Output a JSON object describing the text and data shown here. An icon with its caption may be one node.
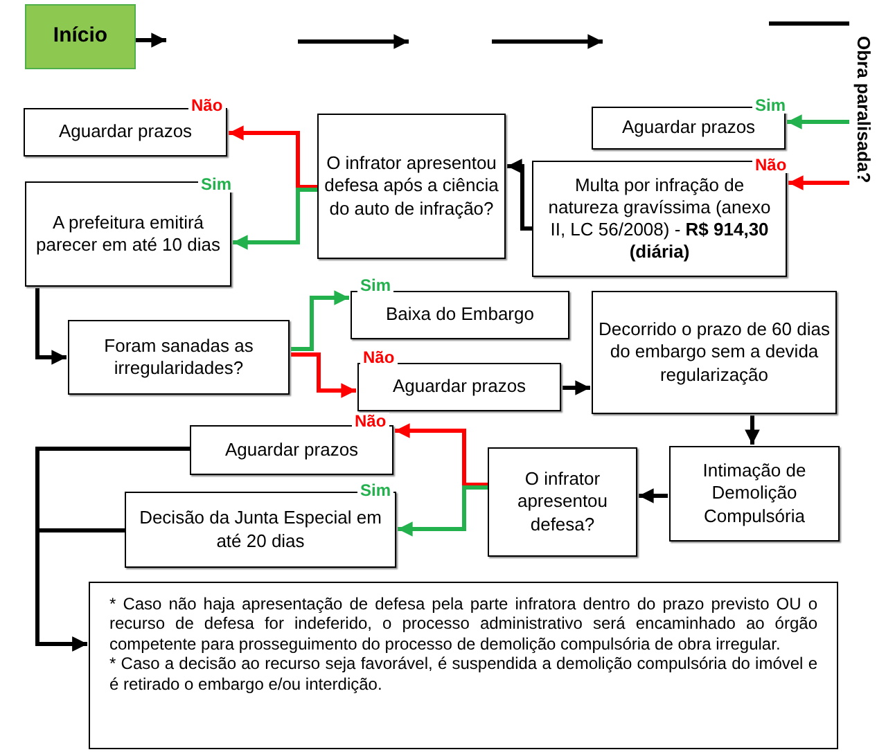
{
  "diagram": {
    "nodes": [
      {
        "text": [
          "Início"
        ]
      },
      {
        "text": [
          "Obra paralisada?"
        ]
      },
      {
        "text": [
          "Aguardar prazos"
        ]
      },
      {
        "text": [
          "Multa por infração de natureza gravíssima (anexo II, LC 56/2008) - **R$ 914,30 (diária)**"
        ]
      },
      {
        "text": [
          "O infrator apresentou defesa após a ciência do auto de infração?"
        ]
      },
      {
        "text": [
          "Aguardar prazos"
        ]
      },
      {
        "text": [
          "A prefeitura emitirá parecer em até 10 dias"
        ]
      },
      {
        "text": [
          "Foram sanadas as irregularidades?"
        ]
      },
      {
        "text": [
          "Baixa do Embargo"
        ]
      },
      {
        "text": [
          "Aguardar prazos"
        ]
      },
      {
        "text": [
          "Decorrido o prazo de 60 dias do embargo sem a devida regularização"
        ]
      },
      {
        "text": [
          "Intimação de Demolição Compulsória"
        ]
      },
      {
        "text": [
          "O infrator apresentou defesa?"
        ]
      },
      {
        "text": [
          "Aguardar prazos"
        ]
      },
      {
        "text": [
          "Decisão da Junta Especial em até 20 dias"
        ]
      },
      {
        "text": [
          "* Caso não haja apresentação de defesa pela parte infratora dentro do prazo previsto OU o recurso de defesa for indeferido, o processo administrativo será encaminhado ao órgão competente para prosseguimento do processo de demolição compulsória de obra irregular.",
          "* Caso a decisão ao recurso seja favorável, é suspendida a demolição compulsória do imóvel e é retirado o embargo e/ou interdição."
        ]
      }
    ],
    "edges": [
      {
        "from": 0,
        "to": null,
        "arrow": "to"
      },
      {
        "from": null,
        "to": 1,
        "arrow": "none"
      },
      {
        "from": 1,
        "to": 2,
        "arrow": "to",
        "label": "Sim",
        "color": "#22b14c"
      },
      {
        "from": 1,
        "to": 3,
        "arrow": "to",
        "label": "Não",
        "color": "#ff0000"
      },
      {
        "from": 3,
        "to": 4,
        "arrow": "to"
      },
      {
        "from": 4,
        "to": 5,
        "arrow": "to",
        "label": "Não",
        "color": "#ff0000"
      },
      {
        "from": 4,
        "to": 6,
        "arrow": "to",
        "label": "Sim",
        "color": "#22b14c"
      },
      {
        "from": 6,
        "to": 7,
        "arrow": "to"
      },
      {
        "from": 7,
        "to": 8,
        "arrow": "to",
        "label": "Sim",
        "color": "#22b14c"
      },
      {
        "from": 7,
        "to": 9,
        "arrow": "to",
        "label": "Não",
        "color": "#ff0000"
      },
      {
        "from": 9,
        "to": 10,
        "arrow": "to"
      },
      {
        "from": 10,
        "to": 11,
        "arrow": "to"
      },
      {
        "from": 11,
        "to": 12,
        "arrow": "to"
      },
      {
        "from": 12,
        "to": 13,
        "arrow": "to",
        "label": "Não",
        "color": "#ff0000"
      },
      {
        "from": 12,
        "to": 14,
        "arrow": "to",
        "label": "Sim",
        "color": "#22b14c"
      },
      {
        "from": 13,
        "to": 15,
        "arrow": "to"
      },
      {
        "from": 14,
        "to": 15,
        "arrow": "to"
      }
    ]
  }
}
